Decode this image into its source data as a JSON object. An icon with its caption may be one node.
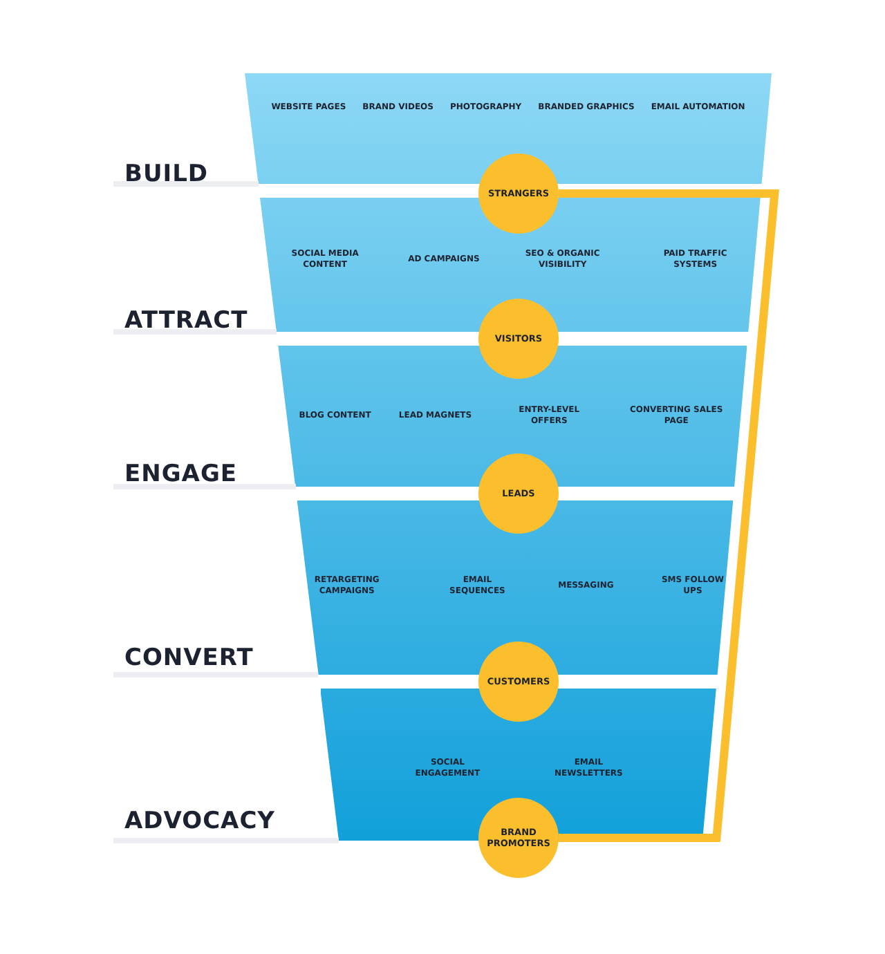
{
  "diagram": {
    "nodes": [
      {
        "text": [
          "WEBSITE PAGES",
          "BRAND VIDEOS",
          "PHOTOGRAPHY",
          "BRANDED GRAPHICS",
          "EMAIL AUTOMATION"
        ],
        "beside": [
          "BUILD"
        ]
      },
      {
        "text": [
          "STRANGERS"
        ]
      },
      {
        "text": [
          "SOCIAL MEDIA CONTENT",
          "AD CAMPAIGNS",
          "SEO & ORGANIC VISIBILITY",
          "PAID TRAFFIC SYSTEMS"
        ],
        "beside": [
          "ATTRACT"
        ]
      },
      {
        "text": [
          "VISITORS"
        ]
      },
      {
        "text": [
          "BLOG CONTENT",
          "LEAD MAGNETS",
          "ENTRY-LEVEL OFFERS",
          "CONVERTING SALES PAGE"
        ],
        "beside": [
          "ENGAGE"
        ]
      },
      {
        "text": [
          "LEADS"
        ]
      },
      {
        "text": [
          "RETARGETING CAMPAIGNS",
          "EMAIL SEQUENCES",
          "MESSAGING",
          "SMS FOLLOW UPS"
        ],
        "beside": [
          "CONVERT"
        ]
      },
      {
        "text": [
          "CUSTOMERS"
        ]
      },
      {
        "text": [
          "SOCIAL ENGAGEMENT",
          "EMAIL NEWSLETTERS"
        ],
        "beside": [
          "ADVOCACY"
        ]
      },
      {
        "text": [
          "BRAND PROMOTERS"
        ]
      }
    ],
    "edges": [
      {
        "from": 1,
        "to": 9,
        "arrow": "none",
        "color": "#fbbf2d"
      }
    ]
  }
}
